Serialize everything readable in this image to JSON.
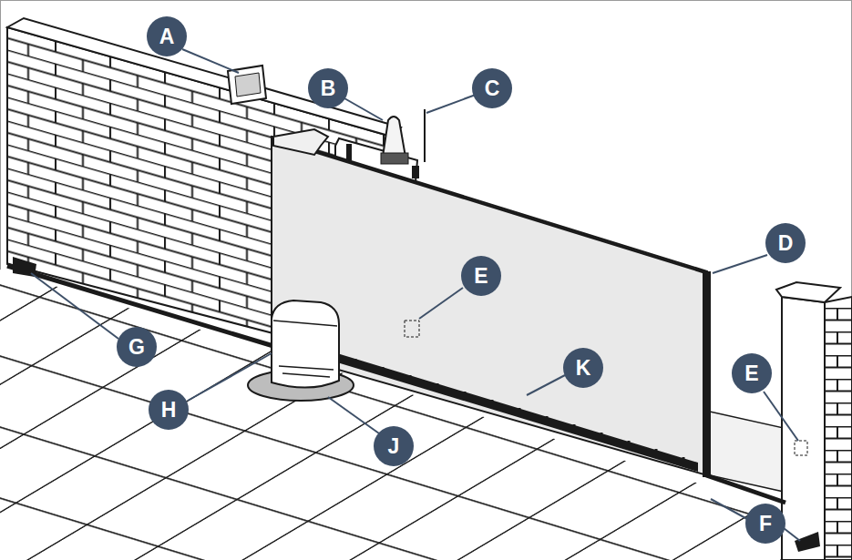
{
  "diagram": {
    "nodes": [
      {
        "text": [
          "A"
        ]
      },
      {
        "text": [
          "B"
        ]
      },
      {
        "text": [
          "C"
        ]
      },
      {
        "text": [
          "D"
        ]
      },
      {
        "text": [
          "E"
        ]
      },
      {
        "text": [
          "G"
        ]
      },
      {
        "text": [
          "K"
        ]
      },
      {
        "text": [
          "E"
        ]
      },
      {
        "text": [
          "H"
        ]
      },
      {
        "text": [
          "J"
        ]
      },
      {
        "text": [
          "F"
        ]
      }
    ]
  }
}
